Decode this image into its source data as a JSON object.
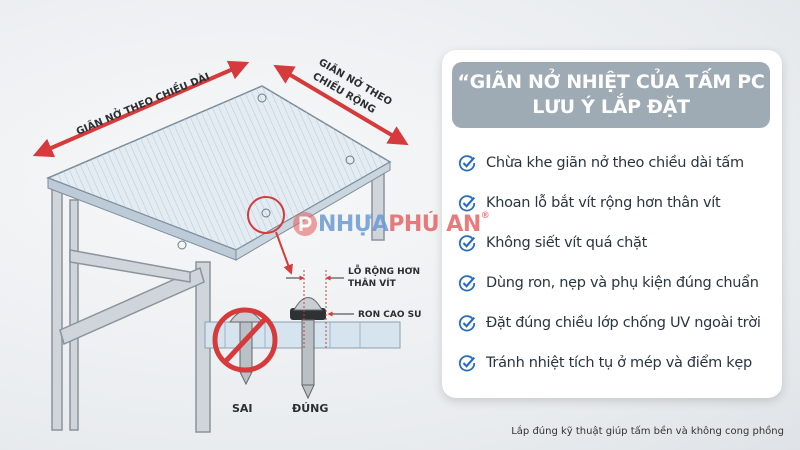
{
  "diagram": {
    "label_length": "GIÃN NỞ THEO CHIỀU DÀI",
    "label_width_1": "GIÃN NỞ THEO",
    "label_width_2": "CHIỀU RỘNG",
    "label_hole_1": "LỖ RỘNG HƠN",
    "label_hole_2": "THÂN VÍT",
    "label_gasket": "RON CAO SU",
    "label_wrong": "SAI",
    "label_right": "ĐÚNG",
    "arrow_color": "#d63a3a"
  },
  "logo": {
    "text_blue": "NHỰA ",
    "text_red": "PHÚ AN",
    "mark": "®"
  },
  "card": {
    "title_line1": "“GIÃN NỞ NHIỆT CỦA TẤM PC",
    "title_line2": "LƯU Ý LẮP ĐẶT",
    "check_color": "#2a6ebd",
    "items": [
      {
        "icon": "check-circle-icon",
        "text": "Chừa khe giãn nở theo chiều dài tấm"
      },
      {
        "icon": "check-circle-icon",
        "text": "Khoan lỗ bắt vít rộng hơn thân vít"
      },
      {
        "icon": "check-circle-icon",
        "text": "Không siết vít quá chặt"
      },
      {
        "icon": "check-circle-icon",
        "text": "Dùng ron, nẹp và phụ kiện đúng chuẩn"
      },
      {
        "icon": "check-circle-icon",
        "text": "Đặt đúng chiều lớp chống UV ngoài trời"
      },
      {
        "icon": "check-circle-icon",
        "text": "Tránh nhiệt tích tụ ở mép và điểm kẹp"
      }
    ]
  },
  "footer": "Lắp đúng kỹ thuật giúp tấm bền và không cong phồng"
}
